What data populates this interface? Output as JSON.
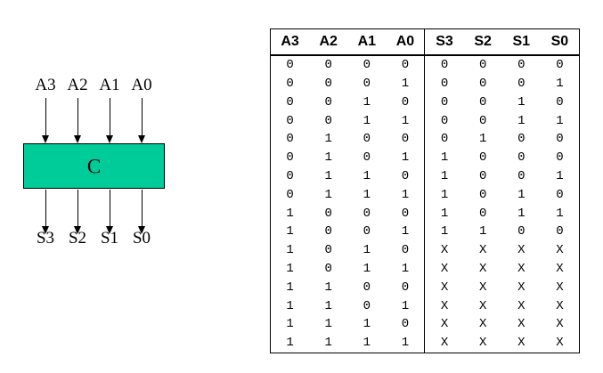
{
  "diagram": {
    "block_label": "C",
    "block_color": "#00cc99",
    "inputs": [
      {
        "name": "A3"
      },
      {
        "name": "A2"
      },
      {
        "name": "A1"
      },
      {
        "name": "A0"
      }
    ],
    "outputs": [
      {
        "name": "S3"
      },
      {
        "name": "S2"
      },
      {
        "name": "S1"
      },
      {
        "name": "S0"
      }
    ]
  },
  "truth_table": {
    "input_headers": [
      "A3",
      "A2",
      "A1",
      "A0"
    ],
    "output_headers": [
      "S3",
      "S2",
      "S1",
      "S0"
    ],
    "rows": [
      {
        "inputs": [
          "0",
          "0",
          "0",
          "0"
        ],
        "outputs": [
          "0",
          "0",
          "0",
          "0"
        ]
      },
      {
        "inputs": [
          "0",
          "0",
          "0",
          "1"
        ],
        "outputs": [
          "0",
          "0",
          "0",
          "1"
        ]
      },
      {
        "inputs": [
          "0",
          "0",
          "1",
          "0"
        ],
        "outputs": [
          "0",
          "0",
          "1",
          "0"
        ]
      },
      {
        "inputs": [
          "0",
          "0",
          "1",
          "1"
        ],
        "outputs": [
          "0",
          "0",
          "1",
          "1"
        ]
      },
      {
        "inputs": [
          "0",
          "1",
          "0",
          "0"
        ],
        "outputs": [
          "0",
          "1",
          "0",
          "0"
        ]
      },
      {
        "inputs": [
          "0",
          "1",
          "0",
          "1"
        ],
        "outputs": [
          "1",
          "0",
          "0",
          "0"
        ]
      },
      {
        "inputs": [
          "0",
          "1",
          "1",
          "0"
        ],
        "outputs": [
          "1",
          "0",
          "0",
          "1"
        ]
      },
      {
        "inputs": [
          "0",
          "1",
          "1",
          "1"
        ],
        "outputs": [
          "1",
          "0",
          "1",
          "0"
        ]
      },
      {
        "inputs": [
          "1",
          "0",
          "0",
          "0"
        ],
        "outputs": [
          "1",
          "0",
          "1",
          "1"
        ]
      },
      {
        "inputs": [
          "1",
          "0",
          "0",
          "1"
        ],
        "outputs": [
          "1",
          "1",
          "0",
          "0"
        ]
      },
      {
        "inputs": [
          "1",
          "0",
          "1",
          "0"
        ],
        "outputs": [
          "X",
          "X",
          "X",
          "X"
        ]
      },
      {
        "inputs": [
          "1",
          "0",
          "1",
          "1"
        ],
        "outputs": [
          "X",
          "X",
          "X",
          "X"
        ]
      },
      {
        "inputs": [
          "1",
          "1",
          "0",
          "0"
        ],
        "outputs": [
          "X",
          "X",
          "X",
          "X"
        ]
      },
      {
        "inputs": [
          "1",
          "1",
          "0",
          "1"
        ],
        "outputs": [
          "X",
          "X",
          "X",
          "X"
        ]
      },
      {
        "inputs": [
          "1",
          "1",
          "1",
          "0"
        ],
        "outputs": [
          "X",
          "X",
          "X",
          "X"
        ]
      },
      {
        "inputs": [
          "1",
          "1",
          "1",
          "1"
        ],
        "outputs": [
          "X",
          "X",
          "X",
          "X"
        ]
      }
    ]
  }
}
